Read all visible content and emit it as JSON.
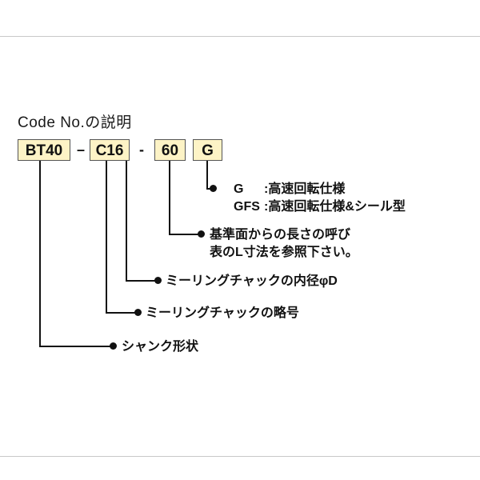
{
  "header": {
    "title": "Code No.の説明"
  },
  "code": {
    "segments": [
      {
        "label": "BT40"
      },
      {
        "label": "C16"
      },
      {
        "label": "60"
      },
      {
        "label": "G"
      }
    ],
    "dash1": "–",
    "dash2": "-"
  },
  "legend": {
    "spec_rows": [
      {
        "code": "G",
        "desc": ":高速回転仕様"
      },
      {
        "code": "GFS",
        "desc": ":高速回転仕様&シール型"
      }
    ],
    "length": {
      "line1": "基準面からの長さの呼び",
      "line2": "表のL寸法を参照下さい。"
    },
    "diameter": {
      "line1": "ミーリングチャックの内径φD"
    },
    "abbr": {
      "line1": "ミーリングチャックの略号"
    },
    "shank": {
      "line1": "シャンク形状"
    }
  },
  "colors": {
    "box_fill": "#fdf3c6",
    "box_border": "#555555",
    "line": "#111111",
    "rule": "#c9c9c9"
  }
}
